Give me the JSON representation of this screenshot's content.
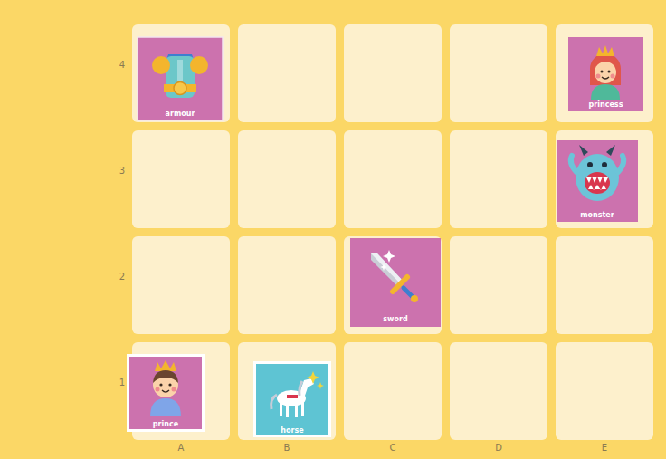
{
  "diagram": {
    "nodes": [
      {
        "text": [
          "armour"
        ]
      },
      {
        "text": [
          "princess"
        ]
      },
      {
        "text": [
          "monster"
        ]
      },
      {
        "text": [
          "sword"
        ]
      },
      {
        "text": [
          "prince"
        ]
      },
      {
        "text": [
          "horse"
        ]
      }
    ],
    "labels": [
      "4",
      "3",
      "2",
      "1",
      "A",
      "B",
      "C",
      "D",
      "E"
    ]
  }
}
